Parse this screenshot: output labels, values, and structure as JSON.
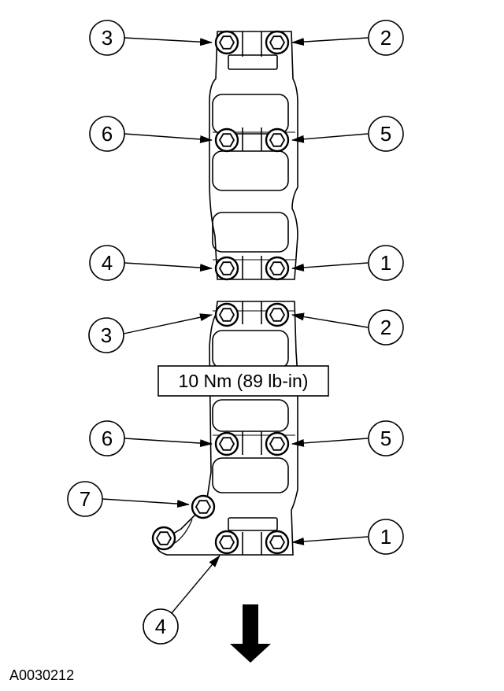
{
  "top_assembly": {
    "callouts": {
      "c1": "1",
      "c2": "2",
      "c3": "3",
      "c4": "4",
      "c5": "5",
      "c6": "6"
    }
  },
  "bottom_assembly": {
    "callouts": {
      "c1": "1",
      "c2": "2",
      "c3": "3",
      "c4": "4",
      "c5": "5",
      "c6": "6",
      "c7": "7"
    },
    "torque_spec": "10 Nm (89 lb-in)"
  },
  "direction_icon": "arrow-down-icon",
  "figure_id": "A0030212"
}
